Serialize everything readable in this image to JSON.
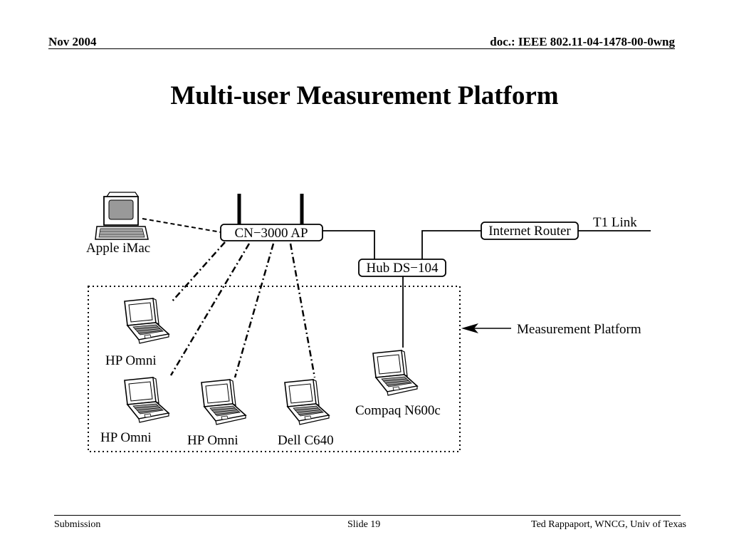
{
  "header": {
    "date": "Nov 2004",
    "doc": "doc.: IEEE 802.11-04-1478-00-0wng"
  },
  "title": "Multi-user Measurement Platform",
  "diagram": {
    "access_point": "CN−3000 AP",
    "hub": "Hub DS−104",
    "router": "Internet Router",
    "link": "T1 Link",
    "platform_label": "Measurement Platform",
    "desktop": "Apple iMac",
    "laptops": [
      "HP Omni",
      "HP Omni",
      "HP Omni",
      "Dell C640",
      "Compaq N600c"
    ]
  },
  "footer": {
    "left": "Submission",
    "slide": "Slide 19",
    "author": "Ted Rappaport, WNCG, Univ of Texas"
  }
}
